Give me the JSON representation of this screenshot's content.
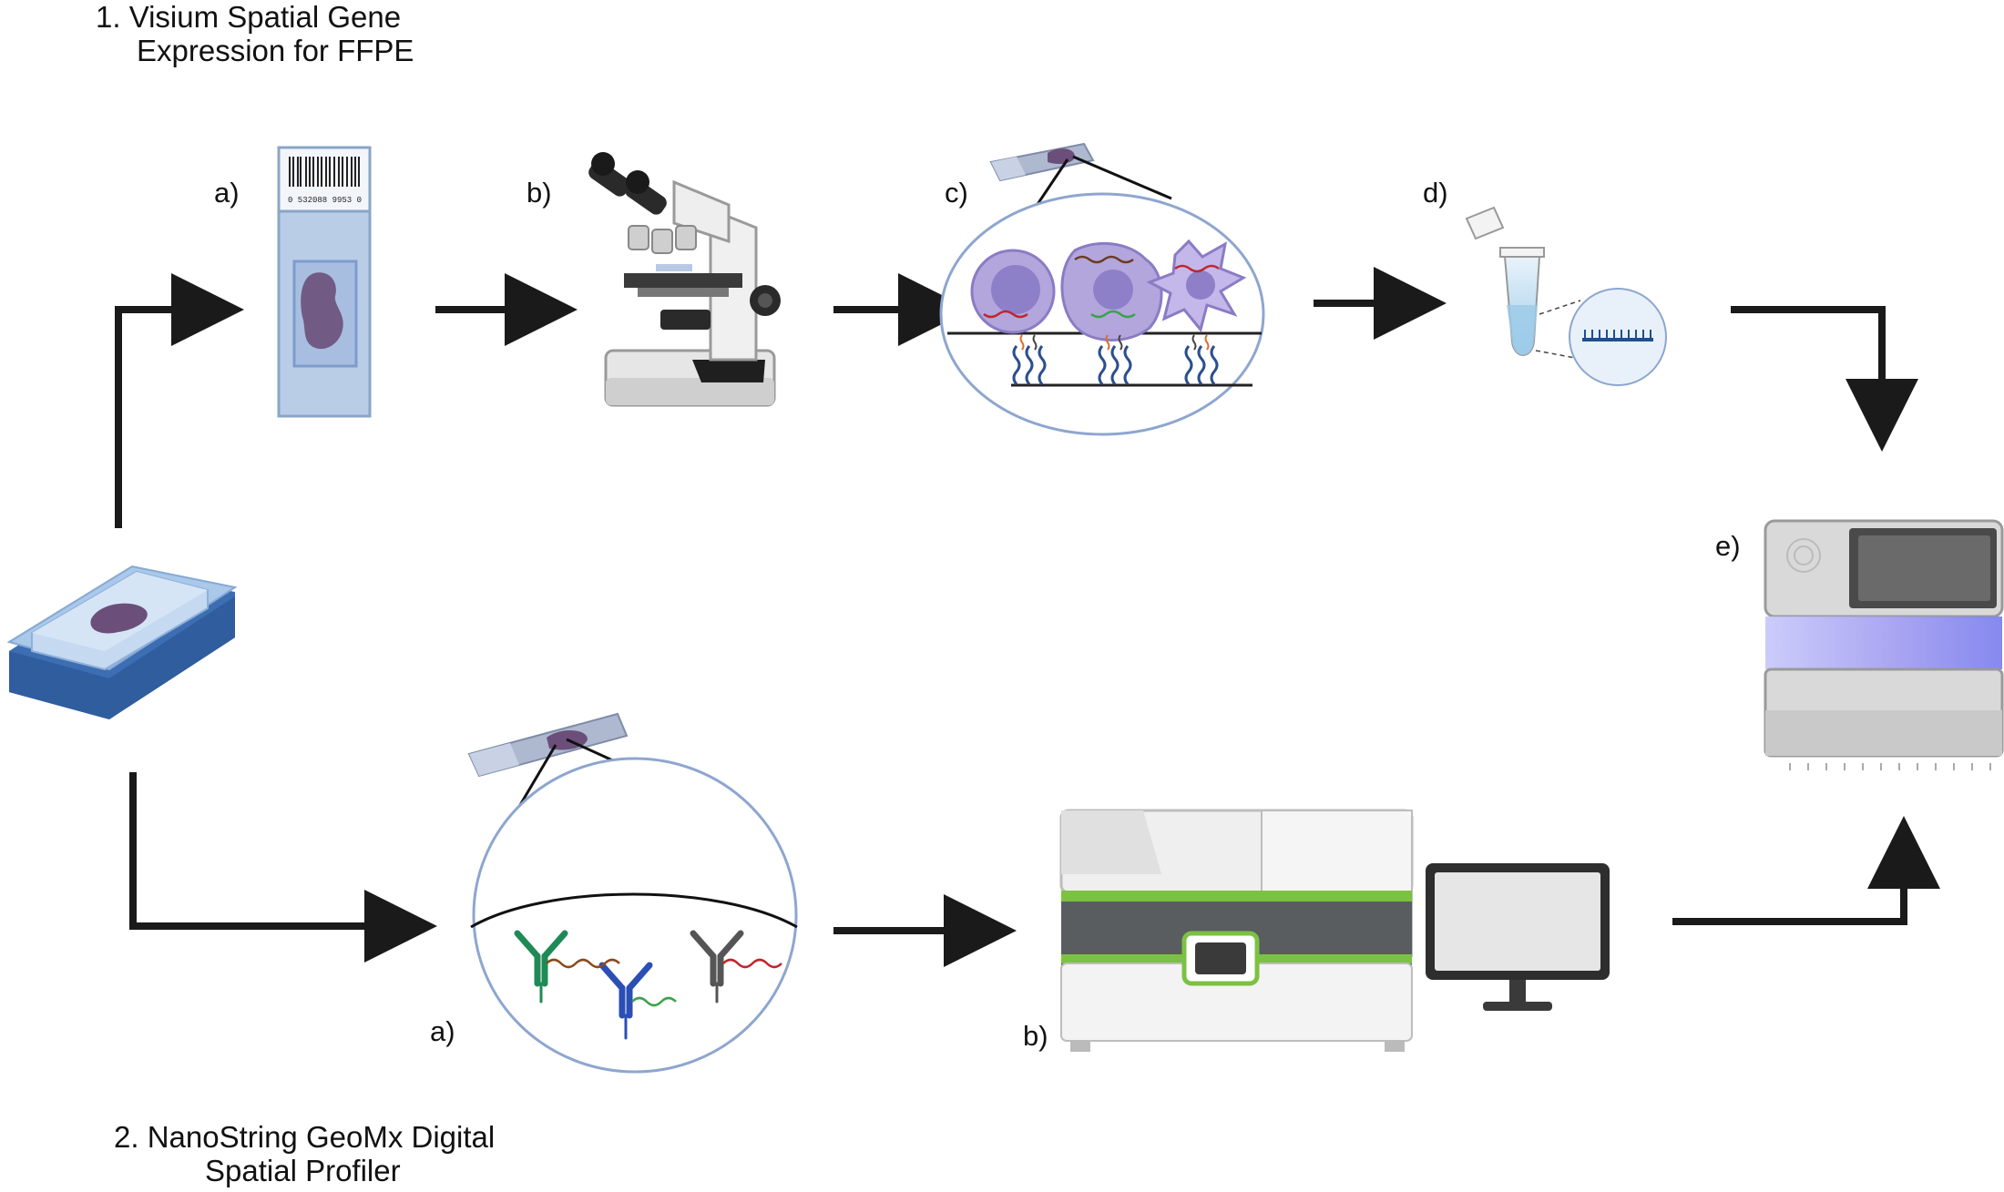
{
  "workflow_1": {
    "title_line1": "1.  Visium Spatial Gene",
    "title_line2": "Expression for FFPE",
    "steps": {
      "a": "a)",
      "b": "b)",
      "c": "c)",
      "d": "d)"
    },
    "barcode_digits": "0 532088  9953 0"
  },
  "workflow_2": {
    "title_line1": "2. NanoString GeoMx Digital",
    "title_line2": "Spatial Profiler",
    "steps": {
      "a": "a)",
      "b": "b)"
    }
  },
  "shared": {
    "sequencer_step": "e)"
  },
  "colors": {
    "arrow": "#1a1a1a",
    "slide_blue": "#b9cde6",
    "tissue_purple": "#6b4f7a",
    "cell_purple": "#b3a6dd",
    "circle_outline": "#8ea6cf",
    "antibody_green": "#1f8a55",
    "antibody_blue": "#2b4fb5",
    "antibody_gray": "#555555",
    "instrument_green": "#7cc242",
    "sequencer_glow": "#8f8ff2"
  }
}
